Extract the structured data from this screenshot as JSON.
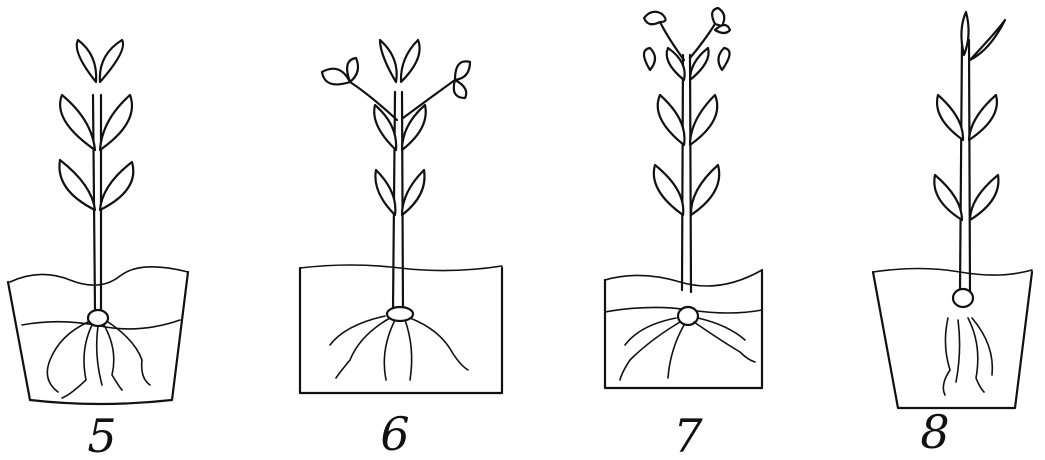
{
  "panels": [
    {
      "label": "5"
    },
    {
      "label": "6"
    },
    {
      "label": "7"
    },
    {
      "label": "8"
    }
  ]
}
